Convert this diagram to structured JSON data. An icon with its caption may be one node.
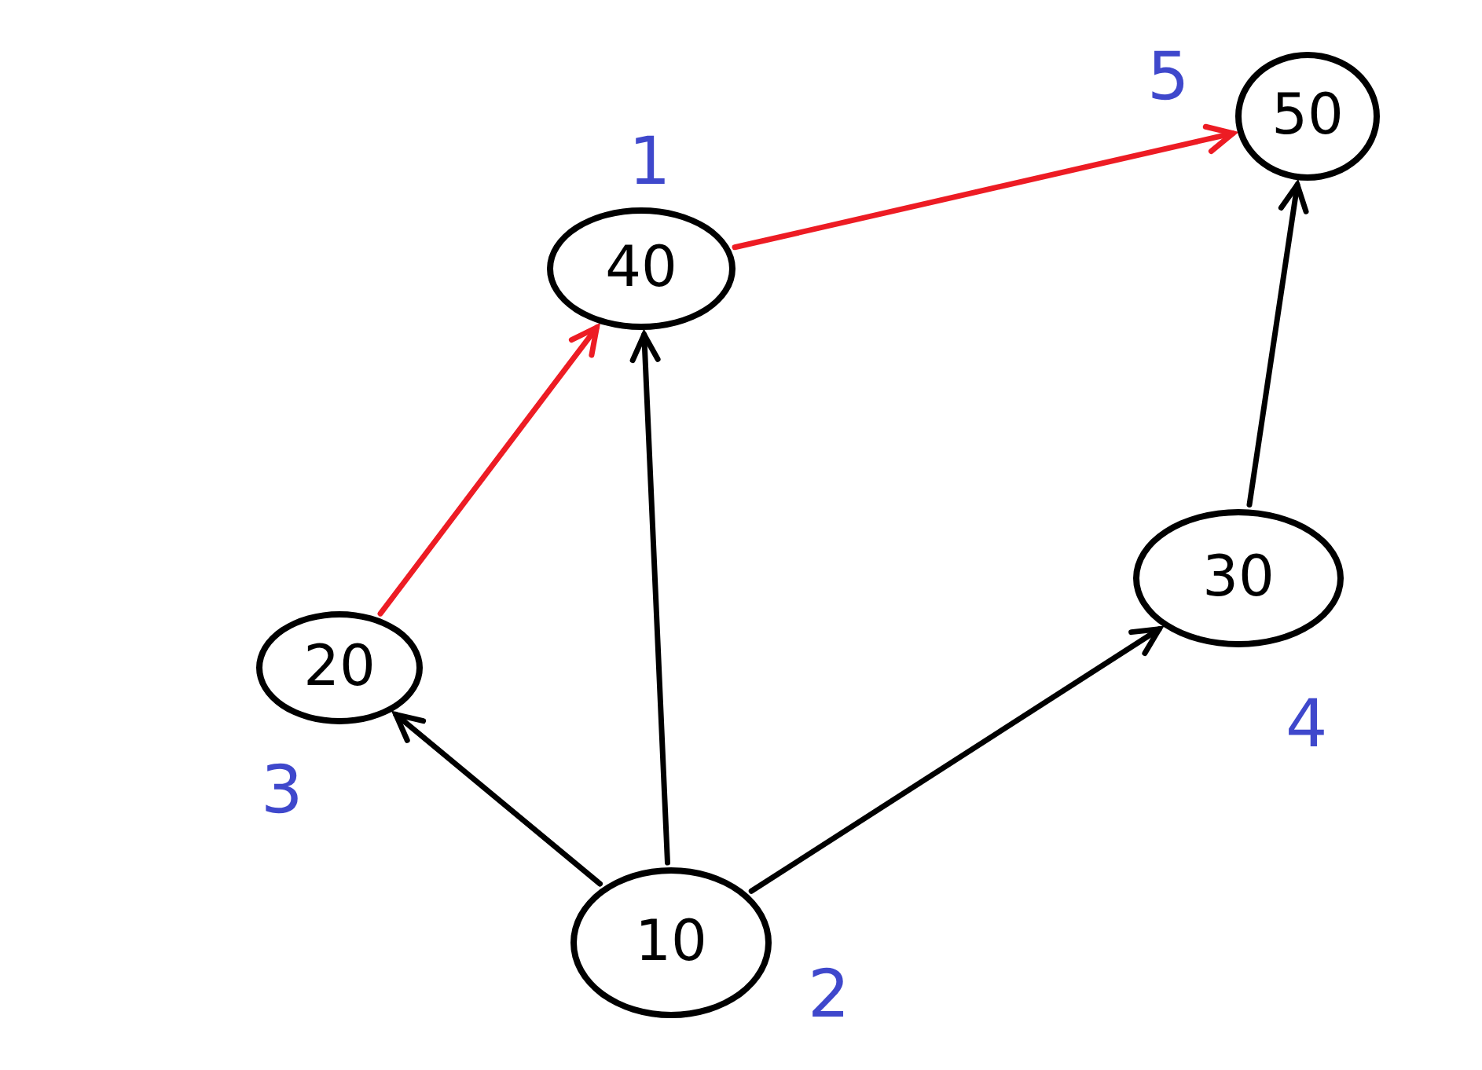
{
  "diagram": {
    "nodes": [
      {
        "text": [
          "50"
        ],
        "beside": [
          "5"
        ]
      },
      {
        "text": [
          "40"
        ],
        "beside": [
          "1"
        ]
      },
      {
        "text": [
          "30"
        ],
        "beside": [
          "4"
        ]
      },
      {
        "text": [
          "20"
        ],
        "beside": [
          "3"
        ]
      },
      {
        "text": [
          "10"
        ],
        "beside": [
          "2"
        ]
      }
    ],
    "edges": [
      {
        "from": 1,
        "to": 0,
        "arrow": "to",
        "color": "#ed1c24"
      },
      {
        "from": 3,
        "to": 1,
        "arrow": "to",
        "color": "#ed1c24"
      },
      {
        "from": 4,
        "to": 3,
        "arrow": "to"
      },
      {
        "from": 4,
        "to": 1,
        "arrow": "to"
      },
      {
        "from": 4,
        "to": 2,
        "arrow": "to"
      },
      {
        "from": 2,
        "to": 0,
        "arrow": "to"
      }
    ]
  }
}
